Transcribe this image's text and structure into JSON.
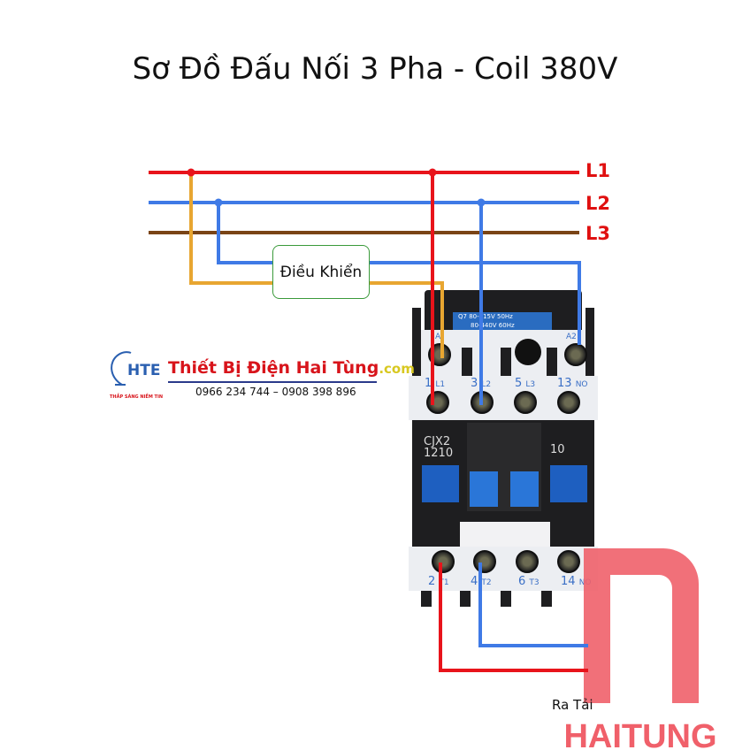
{
  "title": "Sơ Đồ Đấu Nối 3 Pha - Coil 380V",
  "lines": {
    "l1": "L1",
    "l2": "L2",
    "l3": "L3"
  },
  "colors": {
    "l1": "#e8141b",
    "l2": "#3f7ae6",
    "l3": "#7a4416",
    "control": "#e8a631",
    "logo": "#f0606a"
  },
  "control_box": "Điều Khiển",
  "contactor": {
    "rating_label1": "Q7  80-415V 50Hz",
    "rating_label2": "80-440V 60Hz",
    "coil_a1": "A",
    "coil_a2": "A2",
    "model1": "CJX2",
    "model2": "1210",
    "contact": "10",
    "top_terminals": [
      {
        "n": "1",
        "s": "L1"
      },
      {
        "n": "3",
        "s": "L2"
      },
      {
        "n": "5",
        "s": "L3"
      },
      {
        "n": "13",
        "s": "NO"
      }
    ],
    "bottom_terminals": [
      {
        "n": "2",
        "s": "T1"
      },
      {
        "n": "4",
        "s": "T2"
      },
      {
        "n": "6",
        "s": "T3"
      },
      {
        "n": "14",
        "s": "NO"
      }
    ]
  },
  "load_label": "Ra Tải",
  "watermark": {
    "hte": "HTE",
    "tagline": "THẮP SÁNG NIỀM TIN",
    "name": "Thiết Bị Điện Hai Tùng",
    "domain": ".com",
    "phone": "0966 234 744 – 0908 398 896"
  },
  "brand_logo": "HAITUNG"
}
